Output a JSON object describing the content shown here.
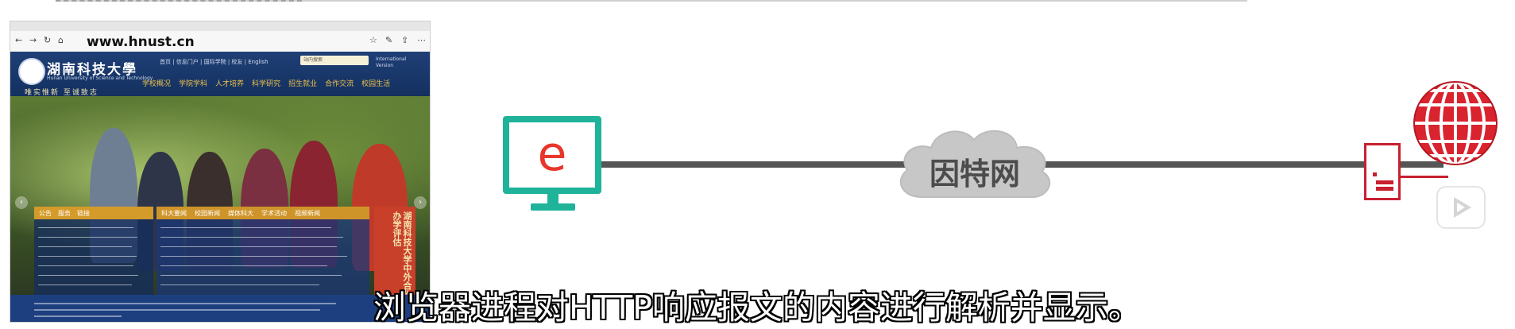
{
  "browser": {
    "url": "www.hnust.cn",
    "site": {
      "logo_text": "湖南科技大學",
      "logo_sub": "Hunan University of Science and Technology",
      "motto": "唯实惟新 至诚致志",
      "top_links": "首页 | 信息门户 | 国际学院 | 校友 | English",
      "search_placeholder": "站内搜索",
      "intl_text": "International Version",
      "main_nav": [
        "学校概况",
        "学院学科",
        "人才培养",
        "科学研究",
        "招生就业",
        "合作交流",
        "校园生活"
      ],
      "news_left_tabs": [
        "公告",
        "服务",
        "链接"
      ],
      "news_mid_tabs": [
        "科大要闻",
        "校园新闻",
        "媒体科大",
        "学术活动",
        "视频新闻"
      ],
      "side_banner": "湖南科技大学中外合作办学评估"
    }
  },
  "diagram": {
    "client_icon_letter": "e",
    "cloud_label": "因特网",
    "colors": {
      "monitor": "#1fb39a",
      "browser_e": "#e8362c",
      "link": "#555555",
      "cloud": "#c7c7c7",
      "server": "#c8202f"
    },
    "icons": [
      "monitor-icon",
      "cloud-icon",
      "server-icon",
      "globe-icon",
      "play-icon"
    ]
  },
  "subtitle": "浏览器进程对HTTP响应报文的内容进行解析并显示。"
}
